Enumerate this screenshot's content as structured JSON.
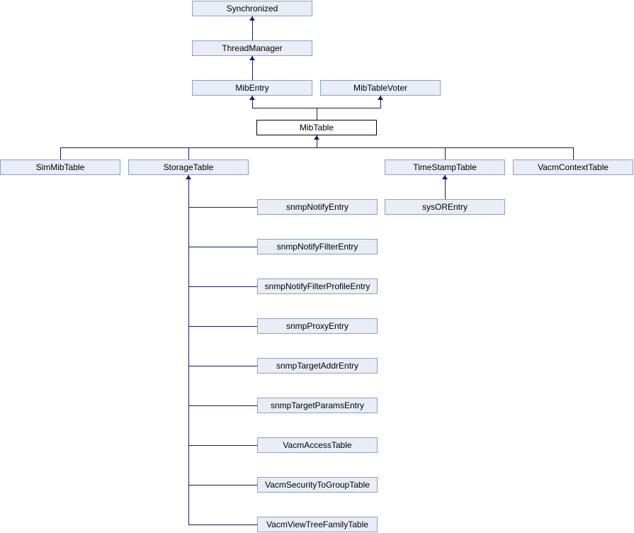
{
  "diagram": {
    "type": "class-inheritance-graph",
    "focus_class": "MibTable",
    "colors": {
      "node_fill": "#e8edf6",
      "node_border": "#8ca0c8",
      "focus_fill": "#ffffff",
      "focus_border": "#000000",
      "edge": "#191970",
      "text": "#000000",
      "bg": "#ffffff"
    },
    "nodes": {
      "synchronized": {
        "label": "Synchronized"
      },
      "thread_manager": {
        "label": "ThreadManager"
      },
      "mib_entry": {
        "label": "MibEntry"
      },
      "mib_table_voter": {
        "label": "MibTableVoter"
      },
      "mib_table": {
        "label": "MibTable"
      },
      "sim_mib_table": {
        "label": "SimMibTable"
      },
      "storage_table": {
        "label": "StorageTable"
      },
      "time_stamp_table": {
        "label": "TimeStampTable"
      },
      "vacm_context_table": {
        "label": "VacmContextTable"
      },
      "snmp_notify_entry": {
        "label": "snmpNotifyEntry"
      },
      "sys_or_entry": {
        "label": "sysOREntry"
      },
      "snmp_notify_filter_entry": {
        "label": "snmpNotifyFilterEntry"
      },
      "snmp_notify_filter_profile_entry": {
        "label": "snmpNotifyFilterProfileEntry"
      },
      "snmp_proxy_entry": {
        "label": "snmpProxyEntry"
      },
      "snmp_target_addr_entry": {
        "label": "snmpTargetAddrEntry"
      },
      "snmp_target_params_entry": {
        "label": "snmpTargetParamsEntry"
      },
      "vacm_access_table": {
        "label": "VacmAccessTable"
      },
      "vacm_security_to_group_table": {
        "label": "VacmSecurityToGroupTable"
      },
      "vacm_view_tree_family_table": {
        "label": "VacmViewTreeFamilyTable"
      }
    },
    "relations": [
      {
        "child": "ThreadManager",
        "parent": "Synchronized"
      },
      {
        "child": "MibEntry",
        "parent": "ThreadManager"
      },
      {
        "child": "MibTable",
        "parent": "MibEntry"
      },
      {
        "child": "MibTable",
        "parent": "MibTableVoter"
      },
      {
        "child": "SimMibTable",
        "parent": "MibTable"
      },
      {
        "child": "StorageTable",
        "parent": "MibTable"
      },
      {
        "child": "TimeStampTable",
        "parent": "MibTable"
      },
      {
        "child": "VacmContextTable",
        "parent": "MibTable"
      },
      {
        "child": "snmpNotifyEntry",
        "parent": "StorageTable"
      },
      {
        "child": "snmpNotifyFilterEntry",
        "parent": "StorageTable"
      },
      {
        "child": "snmpNotifyFilterProfileEntry",
        "parent": "StorageTable"
      },
      {
        "child": "snmpProxyEntry",
        "parent": "StorageTable"
      },
      {
        "child": "snmpTargetAddrEntry",
        "parent": "StorageTable"
      },
      {
        "child": "snmpTargetParamsEntry",
        "parent": "StorageTable"
      },
      {
        "child": "VacmAccessTable",
        "parent": "StorageTable"
      },
      {
        "child": "VacmSecurityToGroupTable",
        "parent": "StorageTable"
      },
      {
        "child": "VacmViewTreeFamilyTable",
        "parent": "StorageTable"
      },
      {
        "child": "sysOREntry",
        "parent": "TimeStampTable"
      }
    ]
  }
}
